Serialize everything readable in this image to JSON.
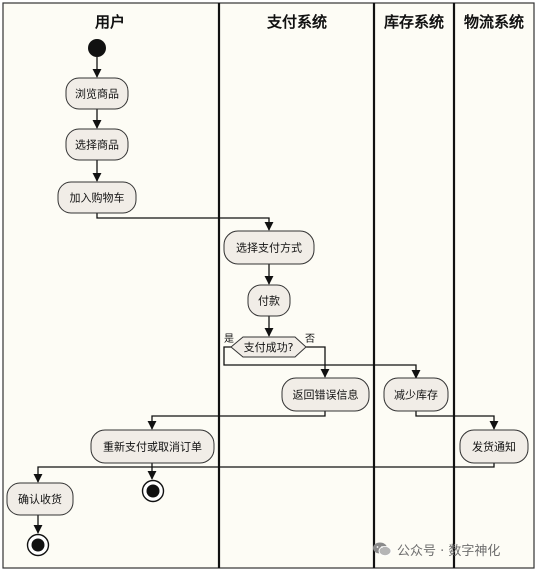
{
  "diagram": {
    "lanes": [
      "用户",
      "支付系统",
      "库存系统",
      "物流系统"
    ],
    "nodes": {
      "browse": "浏览商品",
      "select": "选择商品",
      "add_cart": "加入购物车",
      "choose_payment": "选择支付方式",
      "pay": "付款",
      "pay_success": "支付成功?",
      "return_error": "返回错误信息",
      "reduce_stock": "减少库存",
      "repay_cancel": "重新支付或取消订单",
      "ship_notice": "发货通知",
      "confirm_receipt": "确认收货"
    },
    "branches": {
      "yes": "是",
      "no": "否"
    }
  },
  "watermark": {
    "text": "公众号 · 数字神化"
  }
}
